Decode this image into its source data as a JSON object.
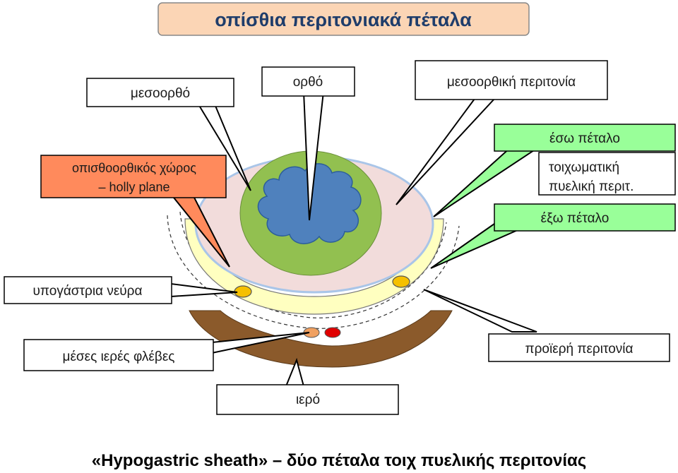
{
  "title": "οπίσθια περιτονιακά πέταλα",
  "labels": {
    "mesoortho": "μεσοορθό",
    "ortho": "ορθό",
    "mesorectal_fascia": "μεσοορθική περιτονία",
    "retrorectal_line1": "οπισθοορθικός χώρος",
    "retrorectal_line2": "– holly plane",
    "inner_leaf": "έσω πέταλο",
    "parietal_line1": "τοιχωματική",
    "parietal_line2": "πυελική περιτ.",
    "outer_leaf": "έξω πέταλο",
    "hypogastric_nerves": "υπογάστρια νεύρα",
    "median_sacral_veins": "μέσες ιερές φλέβες",
    "presacral_fascia": "προϊερή περιτονία",
    "sacrum": "ιερό"
  },
  "caption": "«Hypogastric sheath» – δύο πέταλα τοιχ πυελικής περιτονίας",
  "colors": {
    "title_bg": "#fbd5b5",
    "orange_box": "#ff8a5c",
    "green_box": "#99ff99",
    "mesorectum_fill": "#f2dcdb",
    "mesorectum_stroke": "#a9c5e8",
    "rectum_wall": "#92c050",
    "lumen": "#4f81bd",
    "yellow_band": "#ffffc0",
    "sacrum_brown": "#8b5a2b",
    "nerve": "#f5c000",
    "vein_orange": "#f0a060",
    "artery_red": "#e00000"
  }
}
